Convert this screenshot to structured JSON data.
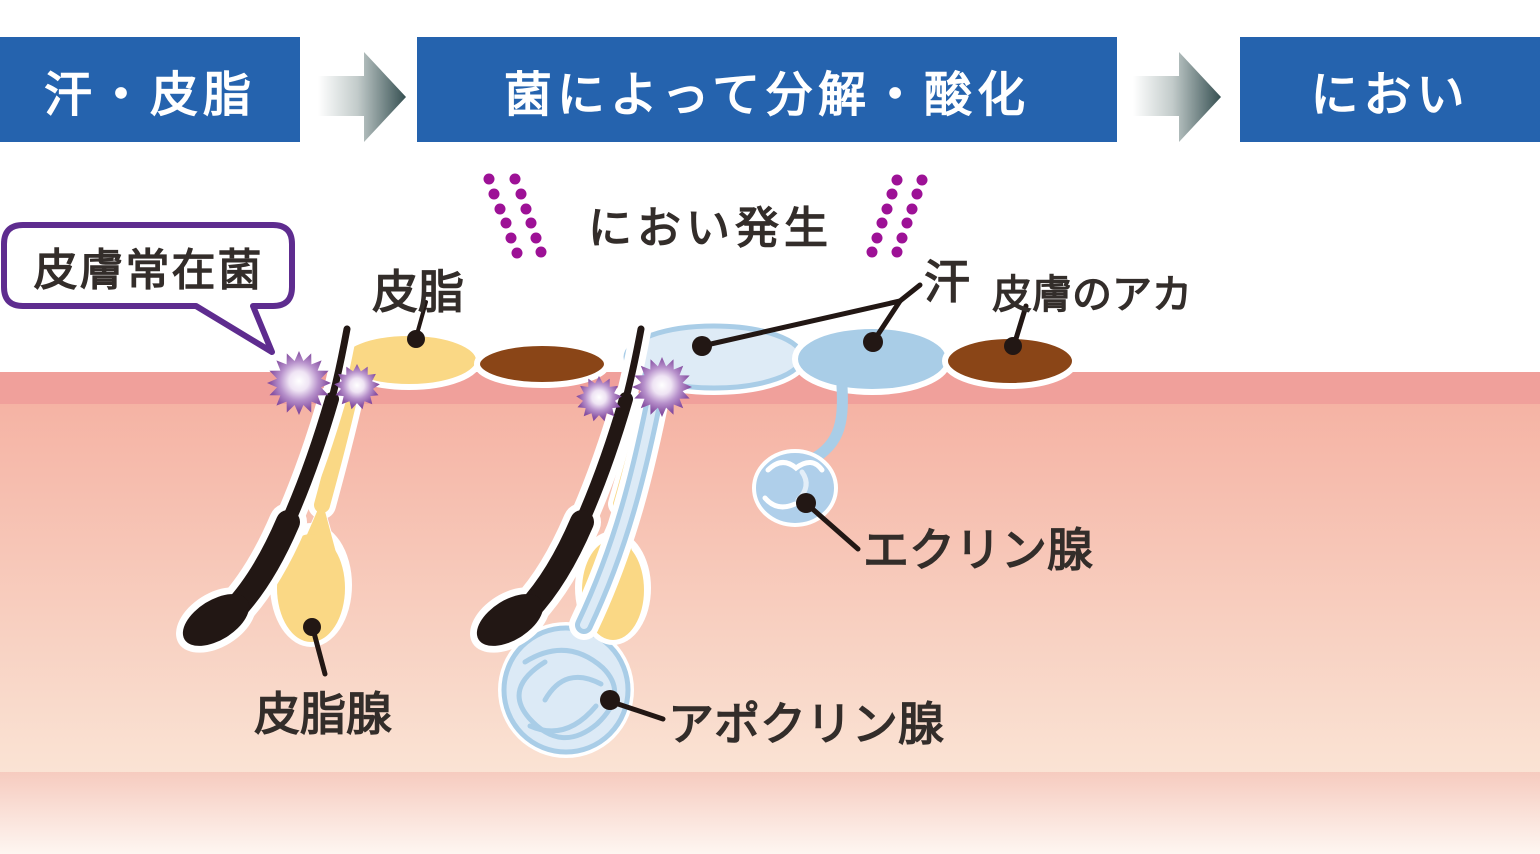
{
  "flow": {
    "steps": [
      {
        "label": "汗・皮脂"
      },
      {
        "label": "菌によって分解・酸化"
      },
      {
        "label": "におい"
      }
    ]
  },
  "diagram": {
    "bubble": {
      "label": "皮膚常在菌"
    },
    "odor": {
      "label": "におい発生"
    },
    "labels": {
      "sebum": "皮脂",
      "sweat": "汗",
      "dirt": "皮膚のアカ",
      "eccrine": "エクリン腺",
      "sebaceous": "皮脂腺",
      "apocrine": "アポクリン腺"
    },
    "colors": {
      "flow_box_blue": "#2563AE",
      "arrow_dark": "#365052",
      "bubble_purple": "#5E2C8F",
      "odor_dot_purple": "#9D1196",
      "skin_surface": "#F0A09B",
      "skin_upper": "#F5B3A4",
      "skin_lower_light": "#FAE3D4",
      "subskin_band": "#F6CBBF",
      "sebum_yellow": "#FAD885",
      "sweat_blue": "#A9CDE7",
      "sweat_blue_light": "#DEEBF6",
      "dirt_brown": "#8A4517",
      "hair_black": "#221714",
      "bacteria_purple": "#7C4099",
      "label_text": "#332D2A"
    }
  }
}
